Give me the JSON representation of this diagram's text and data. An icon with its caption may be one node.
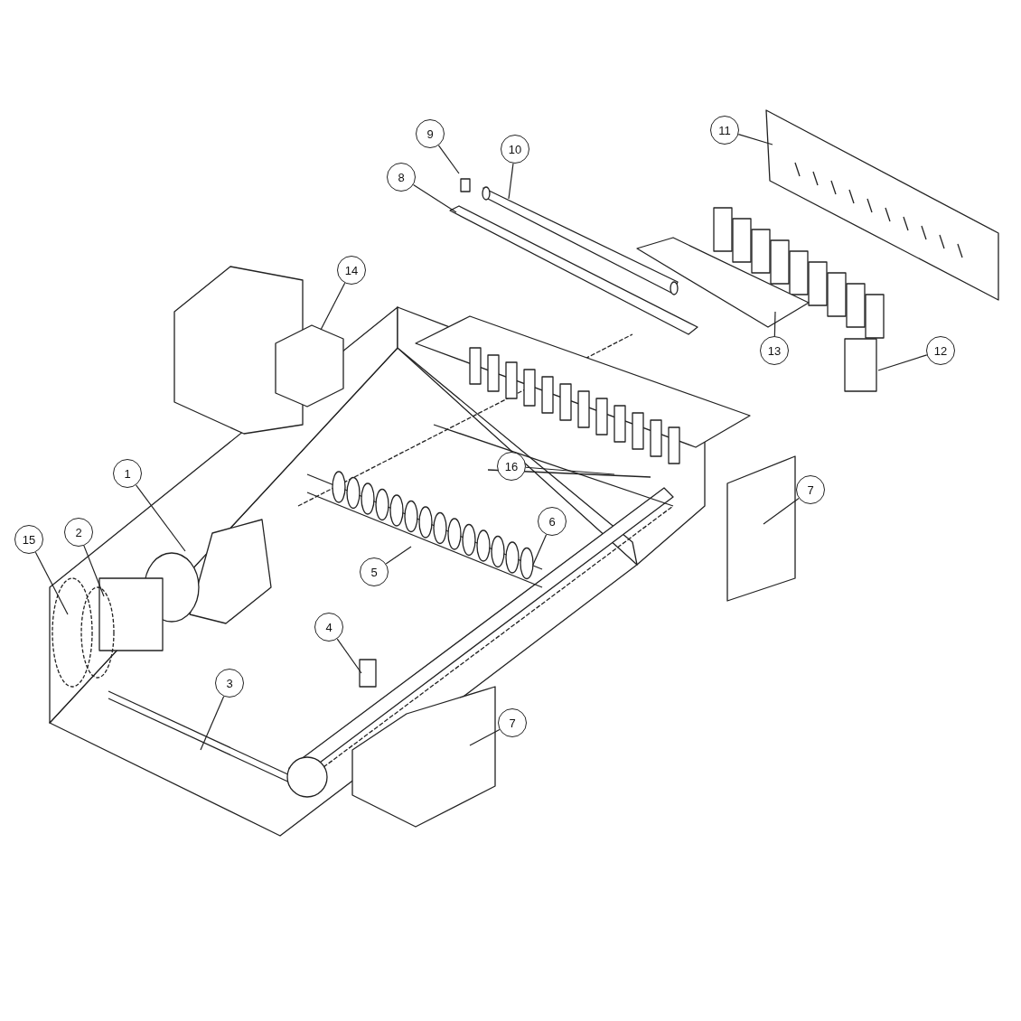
{
  "diagram": {
    "nodes": [
      {
        "text": [
          "11"
        ]
      },
      {
        "text": [
          "9"
        ]
      },
      {
        "text": [
          "10"
        ]
      },
      {
        "text": [
          "8"
        ]
      },
      {
        "text": [
          "14"
        ]
      },
      {
        "text": [
          "13"
        ]
      },
      {
        "text": [
          "12"
        ]
      },
      {
        "text": [
          "16"
        ]
      },
      {
        "text": [
          "1"
        ]
      },
      {
        "text": [
          "7"
        ]
      },
      {
        "text": [
          "6"
        ]
      },
      {
        "text": [
          "2"
        ]
      },
      {
        "text": [
          "15"
        ]
      },
      {
        "text": [
          "5"
        ]
      },
      {
        "text": [
          "4"
        ]
      },
      {
        "text": [
          "3"
        ]
      },
      {
        "text": [
          "7"
        ]
      }
    ],
    "edges": [
      {
        "from": 0,
        "to": null,
        "arrow": "none"
      },
      {
        "from": 1,
        "to": null,
        "arrow": "none"
      },
      {
        "from": 2,
        "to": null,
        "arrow": "none"
      },
      {
        "from": 3,
        "to": null,
        "arrow": "none"
      },
      {
        "from": 4,
        "to": null,
        "arrow": "none"
      },
      {
        "from": 5,
        "to": null,
        "arrow": "none"
      },
      {
        "from": 6,
        "to": null,
        "arrow": "none"
      },
      {
        "from": 7,
        "to": null,
        "arrow": "none"
      },
      {
        "from": 8,
        "to": null,
        "arrow": "none"
      },
      {
        "from": 9,
        "to": null,
        "arrow": "none"
      },
      {
        "from": 10,
        "to": null,
        "arrow": "none"
      },
      {
        "from": 11,
        "to": null,
        "arrow": "none"
      },
      {
        "from": 12,
        "to": null,
        "arrow": "none"
      },
      {
        "from": 13,
        "to": null,
        "arrow": "none"
      },
      {
        "from": 14,
        "to": null,
        "arrow": "none"
      },
      {
        "from": 15,
        "to": null,
        "arrow": "none"
      },
      {
        "from": 16,
        "to": null,
        "arrow": "none"
      }
    ]
  }
}
